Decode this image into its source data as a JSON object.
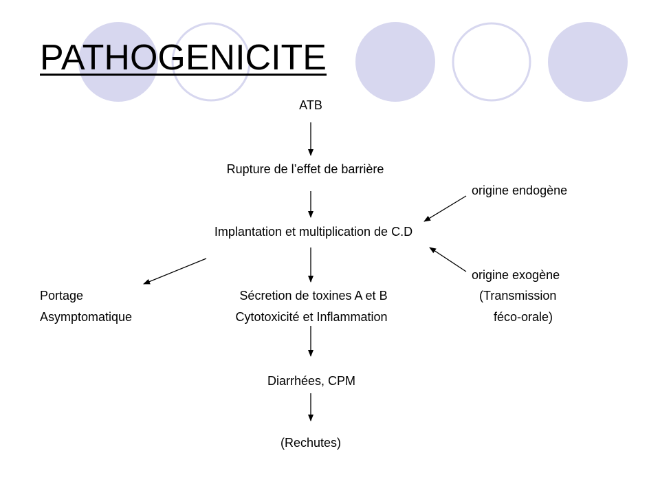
{
  "slide": {
    "title": "PATHOGENICITE",
    "accent_color": "#d7d7ef",
    "ring_color": "#d7d7ef"
  },
  "diagram": {
    "nodes": {
      "atb": "ATB",
      "rupture": "Rupture de l’effet de barrière",
      "origine_endogene": "origine endogène",
      "implantation": "Implantation et multiplication de C.D",
      "origine_exogene": "origine exogène",
      "portage": "Portage",
      "asymptomatique": "Asymptomatique",
      "secretion": "Sécretion de toxines A et B",
      "cytotoxicite": "Cytotoxicité et Inflammation",
      "transmission": "(Transmission",
      "feco_orale": "féco-orale)",
      "diarrhees": "Diarrhées, CPM",
      "rechutes": "(Rechutes)"
    }
  }
}
